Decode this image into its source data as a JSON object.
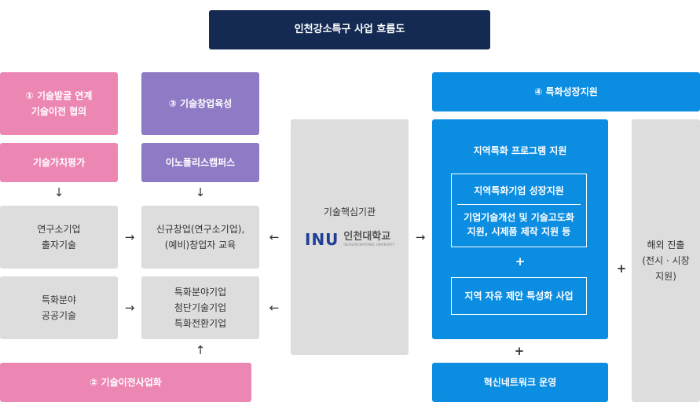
{
  "title": "인천강소특구 사업 흐름도",
  "left": {
    "step1": "① 기술발굴 연계\n기술이전 협의",
    "valuation": "기술가치평가",
    "research_company": "연구소기업\n출자기술",
    "special_field": "특화분야\n공공기술",
    "step2": "② 기술이전사업화"
  },
  "middle": {
    "step3": "③ 기술창업육성",
    "innopolis": "이노폴리스캠퍼스",
    "startup": "신규창업(연구소기업),\n(예비)창업자 교육",
    "special_company": "특화분야기업\n첨단기술기업\n특화전환기업"
  },
  "core": {
    "label": "기술핵심기관",
    "logo_mark": "INU",
    "logo_name": "인천대학교",
    "logo_sub": "INCHEON NATIONAL UNIVERSITY"
  },
  "right": {
    "step4": "④ 특화성장지원",
    "program_title": "지역특화 프로그램 지원",
    "growth_title": "지역특화기업 성장지원",
    "growth_desc": "기업기술개선 및 기술고도화\n지원, 시제품 제작 지원 등",
    "free_zone": "지역 자유 제안 특성화 사업",
    "network": "혁신네트워크 운영",
    "overseas": "해외 진출\n(전시 · 시장\n지원)"
  },
  "symbols": {
    "arrow_down": "↓",
    "arrow_up": "↑",
    "arrow_right": "→",
    "arrow_left": "←",
    "plus": "+"
  },
  "colors": {
    "navy": "#142a52",
    "pink": "#ec87b4",
    "purple": "#8f7ac6",
    "gray": "#dddddd",
    "blue": "#0b8de2"
  }
}
